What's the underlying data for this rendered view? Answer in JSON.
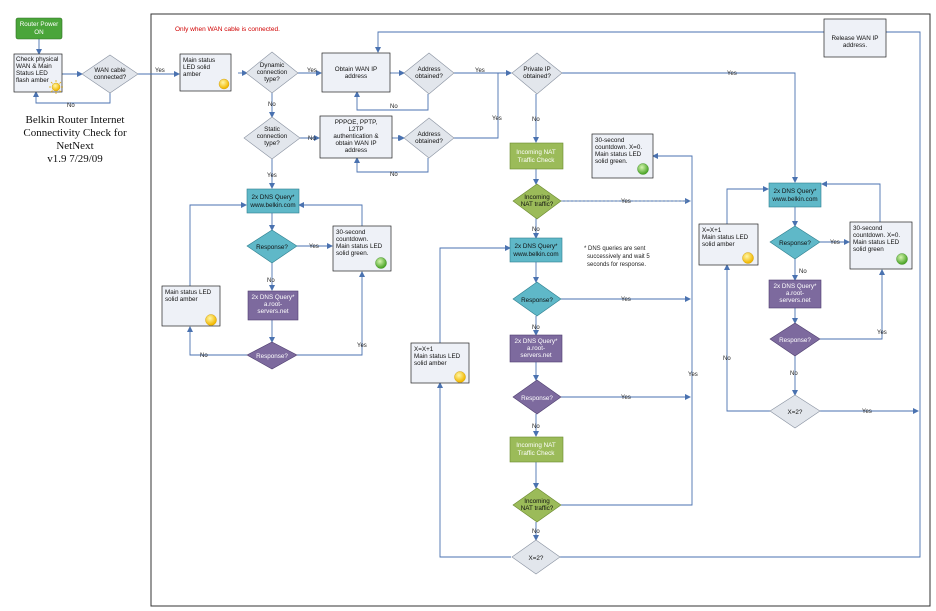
{
  "diagram": {
    "banner": "Only when WAN cable is connected.",
    "title_lines": [
      "Belkin Router Internet",
      "Connectivity Check for",
      "NetNext",
      "v1.9 7/29/09"
    ],
    "dns_note": [
      "* DNS queries are sent",
      "successively and wait 5",
      "seconds for response."
    ],
    "nodes": {
      "router_power": [
        "Router Power",
        "ON"
      ],
      "check_physical": [
        "Check physical",
        "WAN & Main",
        "Status LED",
        "flash amber"
      ],
      "wan_cable": [
        "WAN cable",
        "connected?"
      ],
      "main_amber_1": [
        "Main status",
        "LED solid",
        "amber"
      ],
      "dynamic_conn": [
        "Dynamic",
        "connection",
        "type?"
      ],
      "obtain_wan": [
        "Obtain WAN IP",
        "address"
      ],
      "addr_obtained_1": [
        "Address",
        "obtained?"
      ],
      "private_ip": [
        "Private IP",
        "obtained?"
      ],
      "release_wan": [
        "Release WAN IP",
        "address."
      ],
      "static_conn": [
        "Static",
        "connection",
        "type?"
      ],
      "pppoe": [
        "PPPOE, PPTP,",
        "L2TP",
        "authentication &",
        "obtain WAN IP",
        "address"
      ],
      "addr_obtained_2": [
        "Address",
        "obtained?"
      ],
      "incoming_nat_1": [
        "Incoming NAT",
        "Traffic Check"
      ],
      "countdown_top": [
        "30-second",
        "countdown. X=0.",
        "Main status LED",
        "solid green."
      ],
      "incoming_nat_traffic_1": [
        "Incoming",
        "NAT traffic?"
      ],
      "dns_belkin_left": [
        "2x DNS Query*",
        "www.belkin.com"
      ],
      "response_left_1": [
        "Response?"
      ],
      "countdown_left": [
        "30-second",
        "countdown.",
        "Main status LED",
        "solid green."
      ],
      "main_amber_left": [
        "Main status LED",
        "solid amber"
      ],
      "dns_root_left": [
        "2x DNS Query*",
        "a.root-",
        "servers.net"
      ],
      "response_left_2": [
        "Response?"
      ],
      "dns_belkin_mid": [
        "2x DNS Query*",
        "www.belkin.com"
      ],
      "response_mid_1": [
        "Response?"
      ],
      "dns_root_mid": [
        "2x DNS Query*",
        "a.root-",
        "servers.net"
      ],
      "response_mid_2": [
        "Response?"
      ],
      "x_inc_mid": [
        "X=X+1",
        "Main status LED",
        "solid amber"
      ],
      "incoming_nat_2": [
        "Incoming NAT",
        "Traffic Check"
      ],
      "incoming_nat_traffic_2": [
        "Incoming",
        "NAT traffic?"
      ],
      "x2_mid": [
        "X=2?"
      ],
      "dns_belkin_right": [
        "2x DNS Query*",
        "www.belkin.com"
      ],
      "x_inc_right": [
        "X=X+1",
        "Main status LED",
        "solid amber"
      ],
      "response_right_1": [
        "Response?"
      ],
      "countdown_right": [
        "30-second",
        "countdown. X=0.",
        "Main status LED",
        "solid green"
      ],
      "dns_root_right": [
        "2x DNS Query*",
        "a.root-",
        "servers.net"
      ],
      "response_right_2": [
        "Response?"
      ],
      "x2_right": [
        "X=2?"
      ]
    },
    "edge_labels": {
      "yes": "Yes",
      "no": "No"
    },
    "colors": {
      "green_node": "#4aa53a",
      "teal_node": "#5fb8c8",
      "purple_node": "#7d6a9e",
      "olive_node": "#9bbb59",
      "gray_diamond": "#e2e6ec",
      "white_box": "#eef1f7",
      "line": "#4a72b0",
      "led_amber": "#f2c200",
      "led_green": "#5cb83a",
      "banner": "#d00000"
    }
  }
}
